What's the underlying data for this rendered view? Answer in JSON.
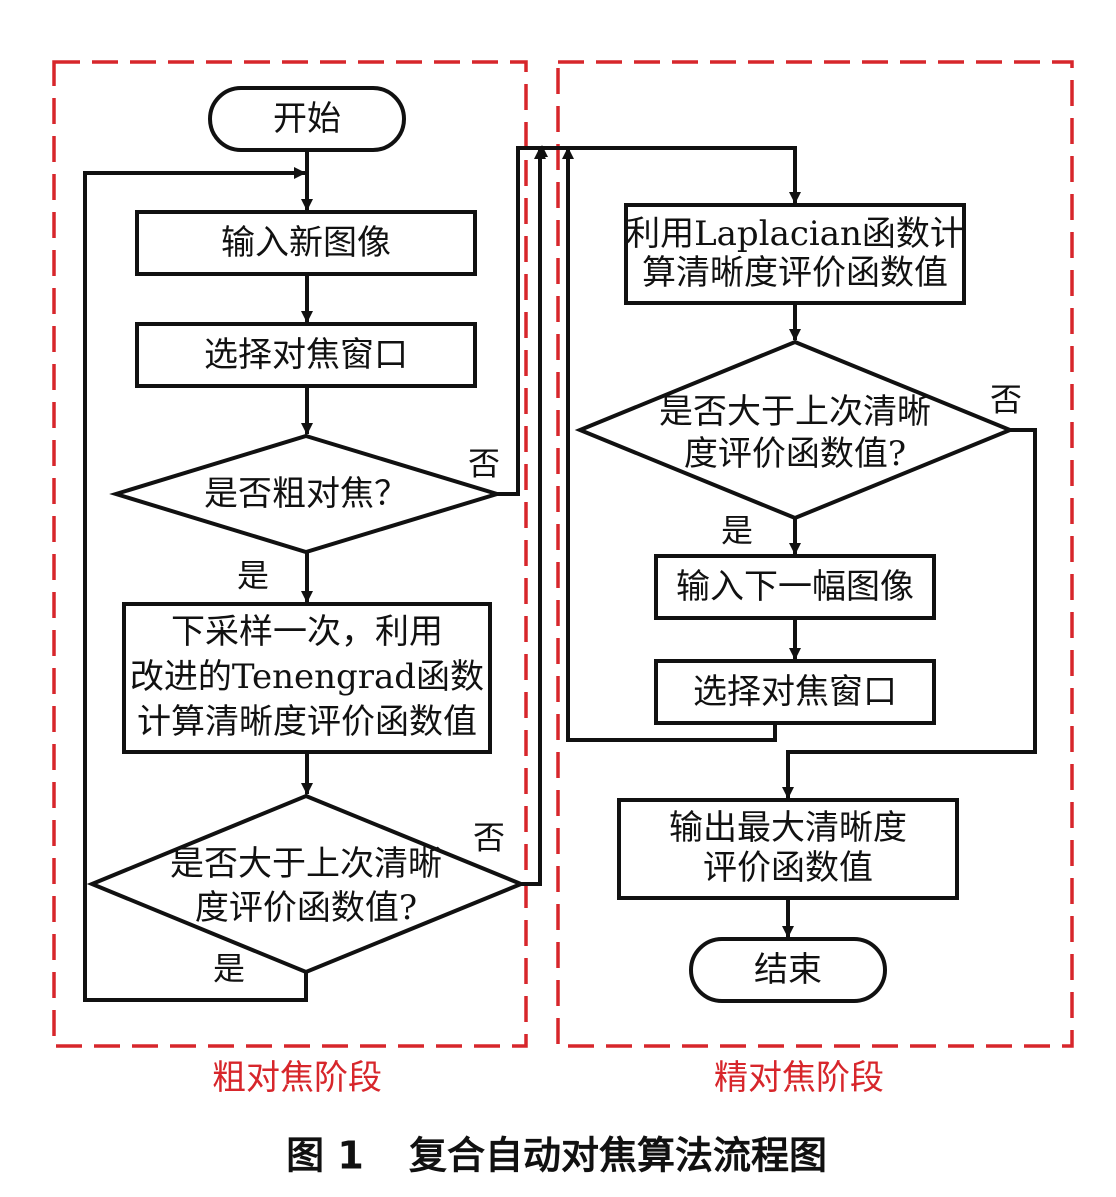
{
  "stages": {
    "coarse": "粗对焦阶段",
    "fine": "精对焦阶段"
  },
  "coarse": {
    "start": "开始",
    "input_image": "输入新图像",
    "select_window": "选择对焦窗口",
    "is_coarse_focus": "是否粗对焦？",
    "compute_lines": [
      "下采样一次，利用",
      "改进的Tenengrad函数",
      "计算清晰度评价函数值"
    ],
    "compare_lines": [
      "是否大于上次清晰",
      "度评价函数值?"
    ]
  },
  "fine": {
    "compute_lines": [
      "利用Laplacian函数计",
      "算清晰度评价函数值"
    ],
    "compare_lines": [
      "是否大于上次清晰",
      "度评价函数值?"
    ],
    "input_next_image": "输入下一幅图像",
    "select_window": "选择对焦窗口",
    "output_lines": [
      "输出最大清晰度",
      "评价函数值"
    ],
    "end": "结束"
  },
  "edge_labels": {
    "yes": "是",
    "no": "否"
  },
  "caption": {
    "figure_number": "图 1",
    "title": "复合自动对焦算法流程图"
  },
  "colors": {
    "stage_frame": "#d7262b",
    "stage_label": "#d7262b",
    "stroke": "#111111"
  }
}
